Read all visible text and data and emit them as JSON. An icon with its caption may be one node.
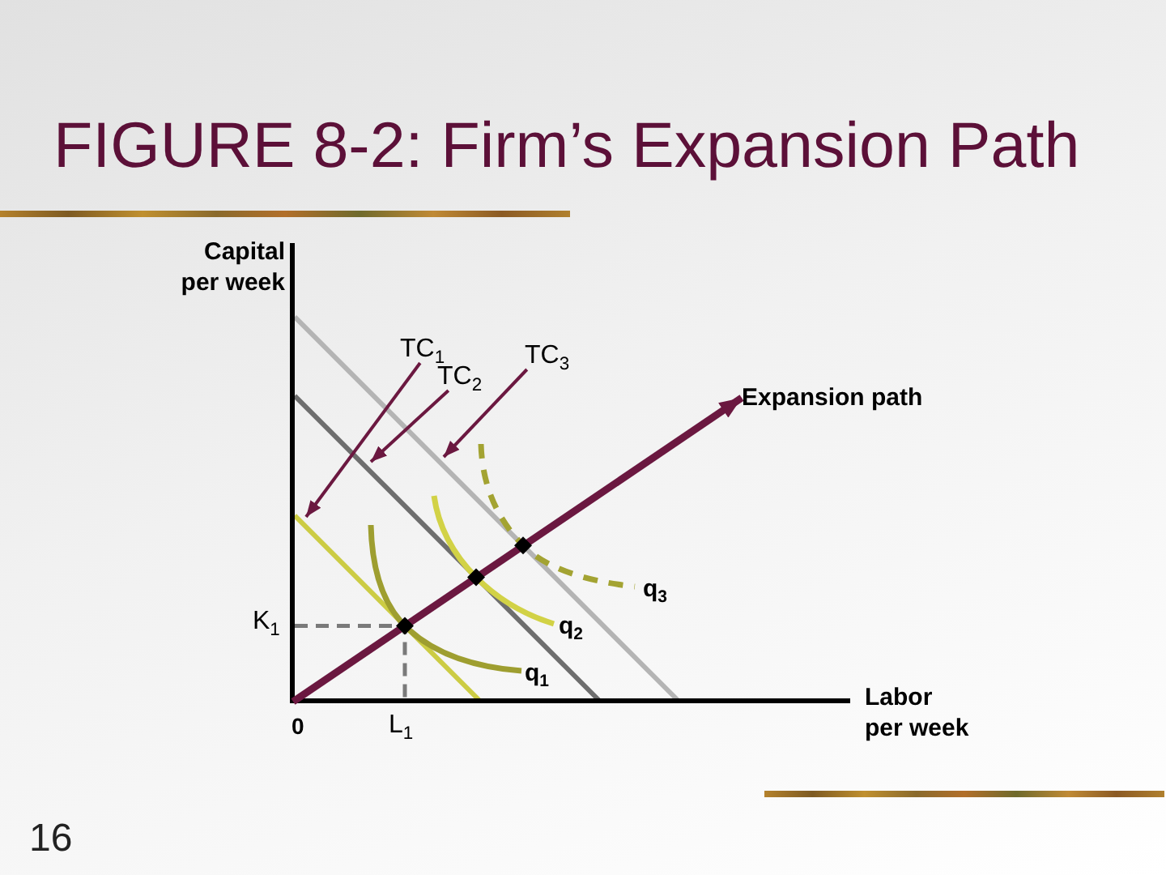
{
  "diagram": {
    "title": "FIGURE 8-2: Firm’s Expansion Path",
    "nodes": [
      {
        "text": [
          "TC$_{1}$"
        ]
      },
      {
        "text": [
          "TC$_{2}$"
        ]
      },
      {
        "text": [
          "TC$_{3}$"
        ]
      },
      {
        "text": [
          "Expansion path"
        ]
      }
    ],
    "edges": [
      {
        "from": 0,
        "to": null,
        "arrow": "to"
      },
      {
        "from": 1,
        "to": null,
        "arrow": "to"
      },
      {
        "from": 2,
        "to": null,
        "arrow": "to"
      },
      {
        "from": null,
        "to": 3,
        "arrow": "to",
        "style": "thick"
      }
    ],
    "labels": [
      "Capital per week",
      "q$_{3}$",
      "K$_{1}$",
      "q$_{2}$",
      "q$_{1}$",
      "0",
      "L$_{1}$",
      "Labor per week",
      "16"
    ]
  }
}
